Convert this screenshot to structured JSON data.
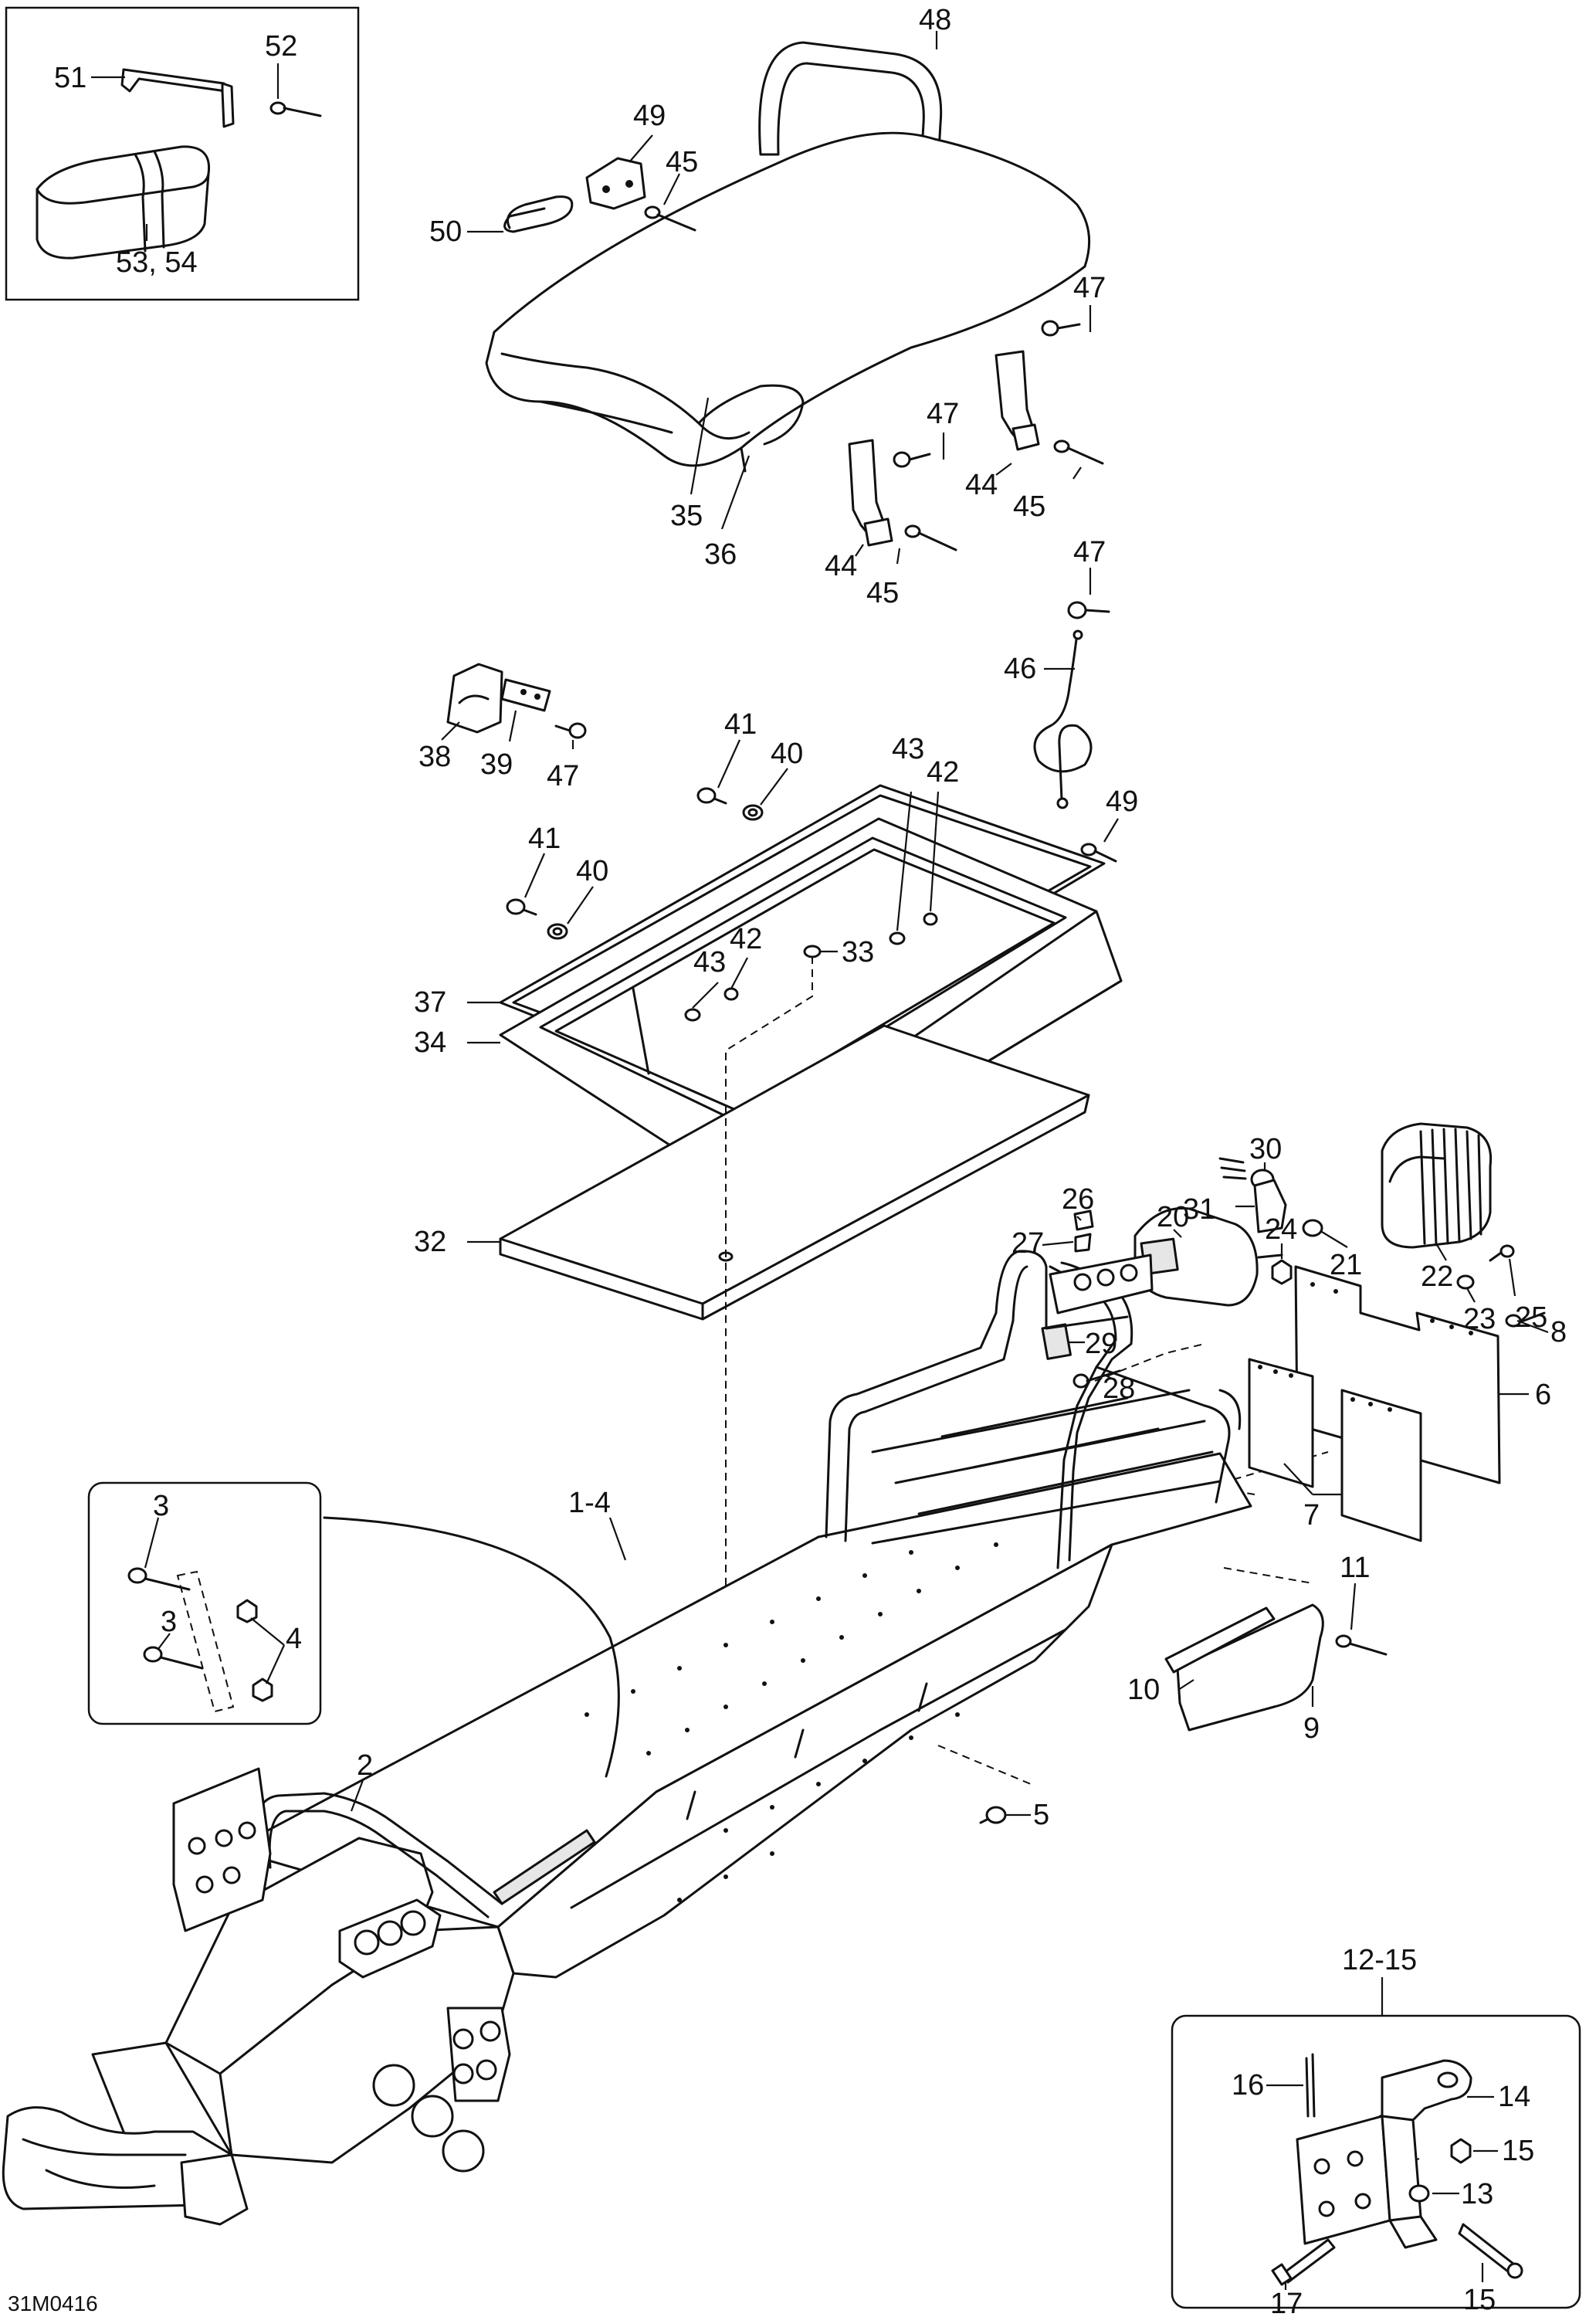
{
  "drawing_code": "31M0416",
  "callouts": {
    "c1_4": "1-4",
    "c2": "2",
    "c3a": "3",
    "c3b": "3",
    "c4": "4",
    "c5": "5",
    "c6": "6",
    "c7": "7",
    "c8": "8",
    "c9": "9",
    "c10": "10",
    "c11": "11",
    "c12_15": "12-15",
    "c13": "13",
    "c14": "14",
    "c15a": "15",
    "c15b": "15",
    "c16": "16",
    "c17": "17",
    "c20": "20",
    "c21": "21",
    "c22": "22",
    "c23": "23",
    "c24": "24",
    "c25": "25",
    "c26": "26",
    "c27": "27",
    "c28": "28",
    "c29": "29",
    "c30": "30",
    "c31": "31",
    "c32": "32",
    "c33": "33",
    "c34": "34",
    "c35": "35",
    "c36": "36",
    "c37": "37",
    "c38": "38",
    "c39": "39",
    "c40a": "40",
    "c40b": "40",
    "c41a": "41",
    "c41b": "41",
    "c42a": "42",
    "c42b": "42",
    "c43a": "43",
    "c43b": "43",
    "c44a": "44",
    "c44b": "44",
    "c45a": "45",
    "c45b": "45",
    "c45c": "45",
    "c46": "46",
    "c47a": "47",
    "c47b": "47",
    "c47c": "47",
    "c47d": "47",
    "c48": "48",
    "c49a": "49",
    "c49b": "49",
    "c50": "50",
    "c51": "51",
    "c52": "52",
    "c53_54": "53, 54"
  }
}
